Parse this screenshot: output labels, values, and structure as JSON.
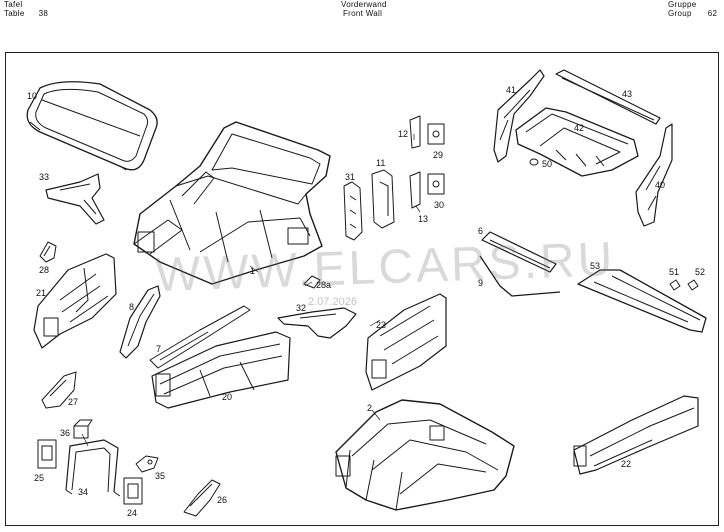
{
  "header": {
    "left_line1": "Tafel",
    "left_line2": "Table",
    "table_no": "38",
    "center_line1": "Vorderwand",
    "center_line2": "Front Wall",
    "right_line1": "Gruppe",
    "right_line2": "Group",
    "group_no": "62"
  },
  "watermark": "WWW.ELCARS.RU",
  "stamp": "2.07.2026",
  "callouts": [
    "10",
    "33",
    "28",
    "21",
    "8",
    "7",
    "20",
    "27",
    "36",
    "25",
    "34",
    "24",
    "35",
    "26",
    "1",
    "31",
    "11",
    "12",
    "29",
    "13",
    "30",
    "28a",
    "32",
    "23",
    "2",
    "41",
    "43",
    "42",
    "50",
    "40",
    "6",
    "9",
    "53",
    "51",
    "52",
    "22"
  ]
}
